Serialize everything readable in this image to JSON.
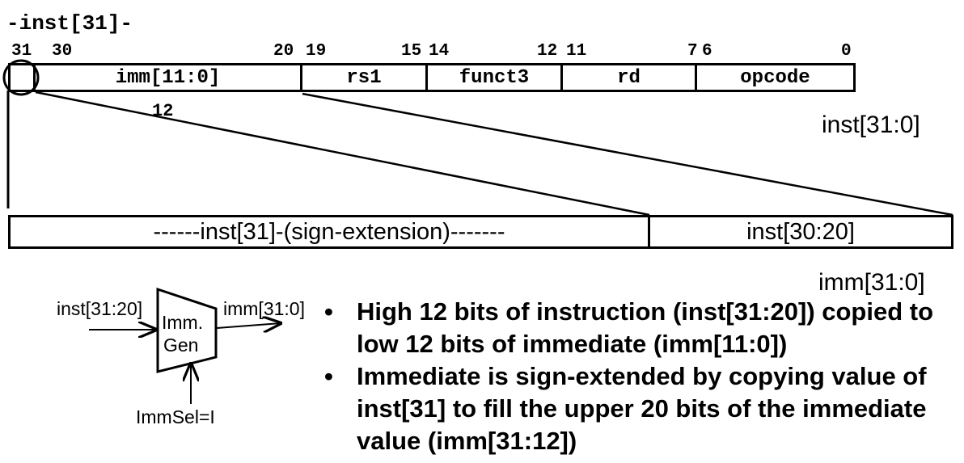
{
  "header": {
    "title": "-inst[31]-"
  },
  "instruction": {
    "bit_labels": [
      "31",
      "30",
      "20",
      "19",
      "15",
      "14",
      "12",
      "11",
      "7",
      "6",
      "0"
    ],
    "fields": [
      "imm[11:0]",
      "rs1",
      "funct3",
      "rd",
      "opcode"
    ],
    "width_label": "12",
    "name": "inst[31:0]"
  },
  "immediate": {
    "fields": [
      "------inst[31]-(sign-extension)-------",
      "inst[30:20]"
    ],
    "name": "imm[31:0]"
  },
  "imm_gen": {
    "block_line1": "Imm.",
    "block_line2": "Gen",
    "input_label": "inst[31:20]",
    "output_label": "imm[31:0]",
    "control_label": "ImmSel=I"
  },
  "bullets": [
    "High 12 bits of instruction (inst[31:20]) copied to low 12 bits of immediate (imm[11:0])",
    "Immediate is sign-extended by copying value of inst[31] to fill the upper 20 bits of the immediate value (imm[31:12])"
  ]
}
